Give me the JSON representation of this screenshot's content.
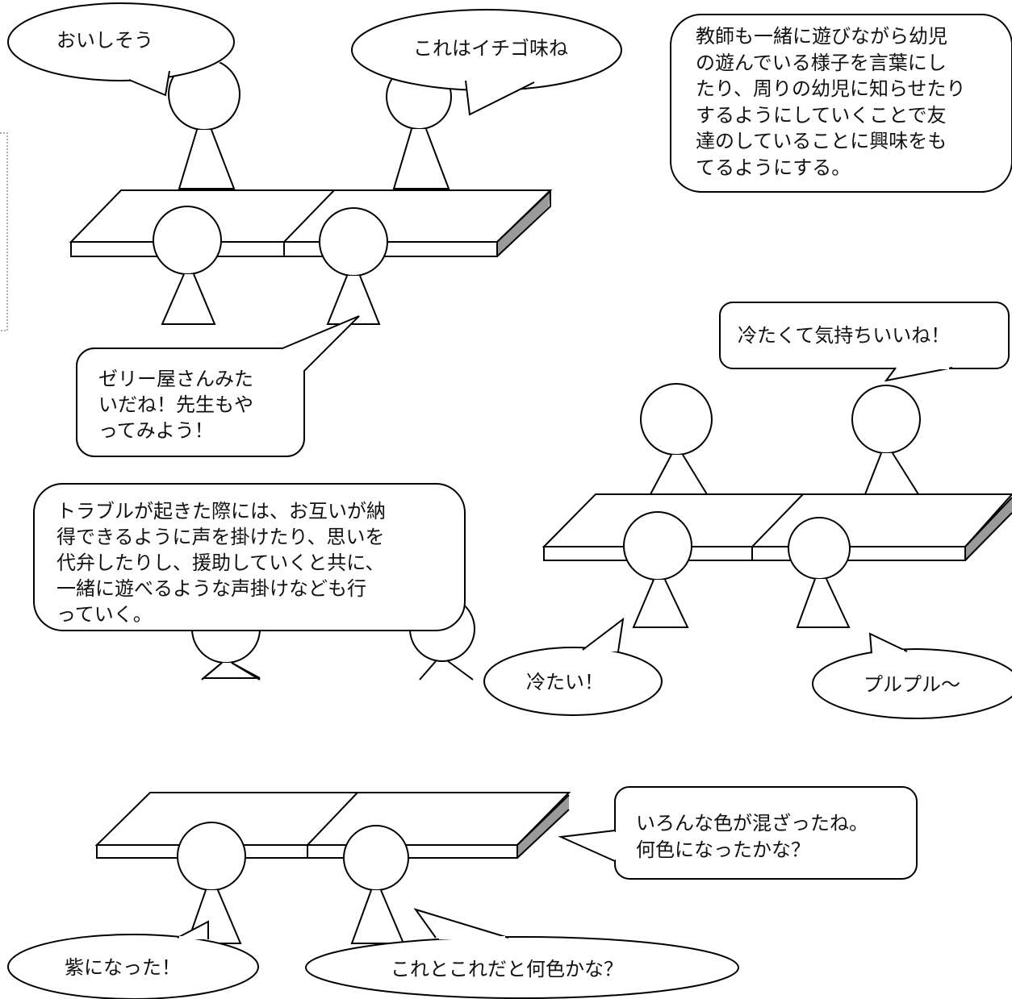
{
  "speech_bubbles": {
    "delicious": "おいしそう",
    "strawberry": "これはイチゴ味ね",
    "teacher_jelly_shop": [
      "ゼリー屋さんみた",
      "いだね！先生もや",
      "ってみよう！"
    ],
    "cold_feels_good": "冷たくて気持ちいいね！",
    "cold": "冷たい！",
    "jiggly": "プルプル～",
    "mixed_colors": [
      "いろんな色が混ざったね。",
      "何色になったかな？"
    ],
    "became_purple": "紫になった！",
    "which_color": "これとこれだと何色かな？"
  },
  "notes": {
    "teacher_support": [
      "教師も一緒に遊びながら幼児",
      "の遊んでいる様子を言葉にし",
      "たり、周りの幼児に知らせたり",
      "するようにしていくことで友",
      "達のしていることに興味をも",
      "てるようにする。"
    ],
    "trouble": [
      "トラブルが起きた際には、お互いが納",
      "得できるように声を掛けたり、思いを",
      "代弁したりし、援助していくと共に、",
      "一緒に遊べるような声掛けなども行",
      "っていく。"
    ]
  },
  "colors": {
    "stroke": "#000000",
    "table_side": "#9a9a9a",
    "note_border": "#777777"
  }
}
